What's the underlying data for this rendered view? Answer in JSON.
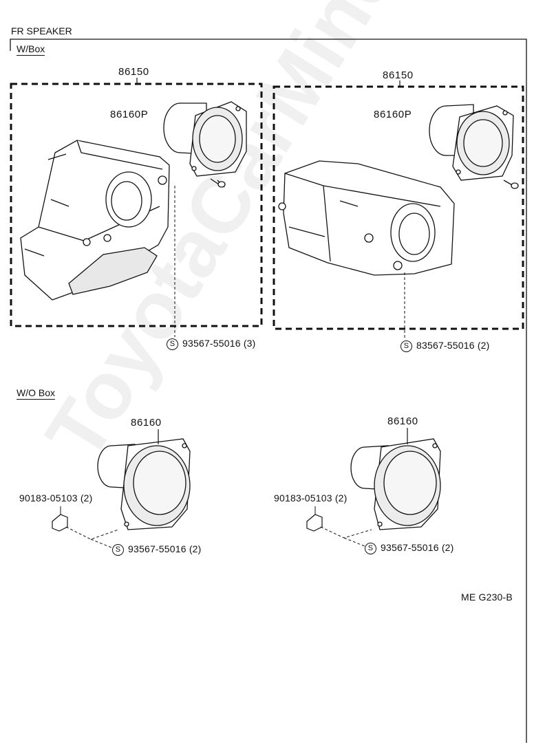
{
  "header": {
    "title": "FR SPEAKER"
  },
  "sections": {
    "with_box": {
      "label": "W/Box"
    },
    "without_box": {
      "label": "W/O Box"
    }
  },
  "parts": {
    "box_left_assembly": "86150",
    "box_left_speaker": "86160P",
    "box_left_screw": "93567-55016 (3)",
    "box_right_assembly": "86150",
    "box_right_speaker": "86160P",
    "box_right_screw": "83567-55016 (2)",
    "nobox_left_speaker": "86160",
    "nobox_left_nut": "90183-05103 (2)",
    "nobox_left_screw": "93567-55016 (2)",
    "nobox_right_speaker": "86160",
    "nobox_right_nut": "90183-05103 (2)",
    "nobox_right_screw": "93567-55016 (2)"
  },
  "symbol_letter": "S",
  "footer": {
    "code": "ME G230-B"
  },
  "watermark": "ToyotaCarMine.ru"
}
